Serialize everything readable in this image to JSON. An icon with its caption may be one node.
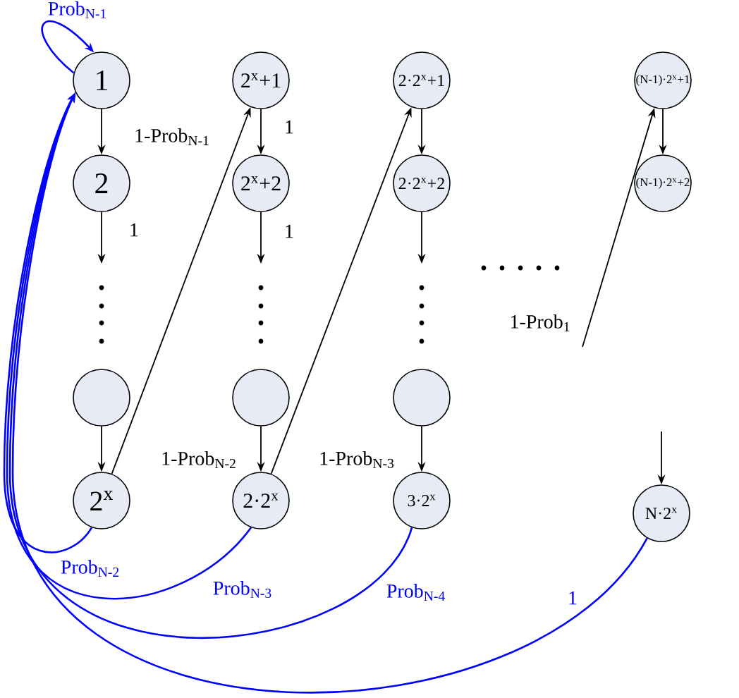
{
  "diagram": {
    "nodes": [
      {
        "text": [
          "1"
        ]
      },
      {
        "text": [
          "2"
        ]
      },
      {
        "text": [],
        "shape": "circle"
      },
      {
        "text": [
          "2$^{x}$"
        ]
      },
      {
        "text": [
          "2$^{x}$+1"
        ]
      },
      {
        "text": [
          "2$^{x}$+2"
        ]
      },
      {
        "text": [],
        "shape": "circle"
      },
      {
        "text": [
          "2·2$^{x}$"
        ]
      },
      {
        "text": [
          "2·2$^{x}$+1"
        ]
      },
      {
        "text": [
          "2·2$^{x}$+2"
        ]
      },
      {
        "text": [],
        "shape": "circle"
      },
      {
        "text": [
          "3·2$^{x}$"
        ]
      },
      {
        "text": [
          "(N-1)·2$^{x}$+1"
        ]
      },
      {
        "text": [
          "(N-1)·2$^{x}$+2"
        ]
      },
      {
        "text": [
          "N·2$^{x}$"
        ]
      }
    ],
    "edges": [
      {
        "from": 0,
        "to": 0,
        "arrow": "to",
        "label": "Prob$_{N-1}$",
        "color": "#0000ff"
      },
      {
        "from": 0,
        "to": 1,
        "arrow": "to",
        "label": "1-Prob$_{N-1}$"
      },
      {
        "from": 1,
        "to": null,
        "arrow": "to",
        "label": "1"
      },
      {
        "from": 2,
        "to": 3,
        "arrow": "to"
      },
      {
        "from": 3,
        "to": 4,
        "arrow": "to",
        "label": "1-Prob$_{N-2}$"
      },
      {
        "from": 4,
        "to": 5,
        "arrow": "to",
        "label": "1"
      },
      {
        "from": 5,
        "to": null,
        "arrow": "to",
        "label": "1"
      },
      {
        "from": 6,
        "to": 7,
        "arrow": "to"
      },
      {
        "from": 7,
        "to": 8,
        "arrow": "to",
        "label": "1-Prob$_{N-3}$"
      },
      {
        "from": 8,
        "to": 9,
        "arrow": "to"
      },
      {
        "from": 9,
        "to": null,
        "arrow": "to"
      },
      {
        "from": 10,
        "to": 11,
        "arrow": "to"
      },
      {
        "from": null,
        "to": 12,
        "arrow": "to",
        "label": "1-Prob$_{1}$"
      },
      {
        "from": 12,
        "to": 13,
        "arrow": "to"
      },
      {
        "from": null,
        "to": 14,
        "arrow": "to"
      },
      {
        "from": 3,
        "to": 0,
        "arrow": "to",
        "label": "Prob$_{N-2}$",
        "color": "#0000ff"
      },
      {
        "from": 7,
        "to": 0,
        "arrow": "to",
        "label": "Prob$_{N-3}$",
        "color": "#0000ff"
      },
      {
        "from": 11,
        "to": 0,
        "arrow": "to",
        "label": "Prob$_{N-4}$",
        "color": "#0000ff"
      },
      {
        "from": 14,
        "to": 0,
        "arrow": "to",
        "label": "1",
        "color": "#0000ff"
      }
    ]
  }
}
